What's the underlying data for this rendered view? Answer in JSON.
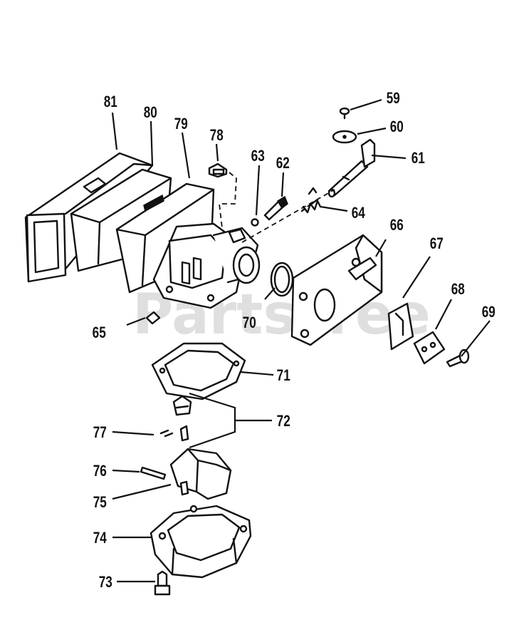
{
  "watermark": "PartsTree",
  "callouts": [
    "59",
    "60",
    "61",
    "62",
    "63",
    "64",
    "65",
    "66",
    "67",
    "68",
    "69",
    "70",
    "71",
    "72",
    "73",
    "74",
    "75",
    "76",
    "77",
    "78",
    "79",
    "80",
    "81"
  ]
}
